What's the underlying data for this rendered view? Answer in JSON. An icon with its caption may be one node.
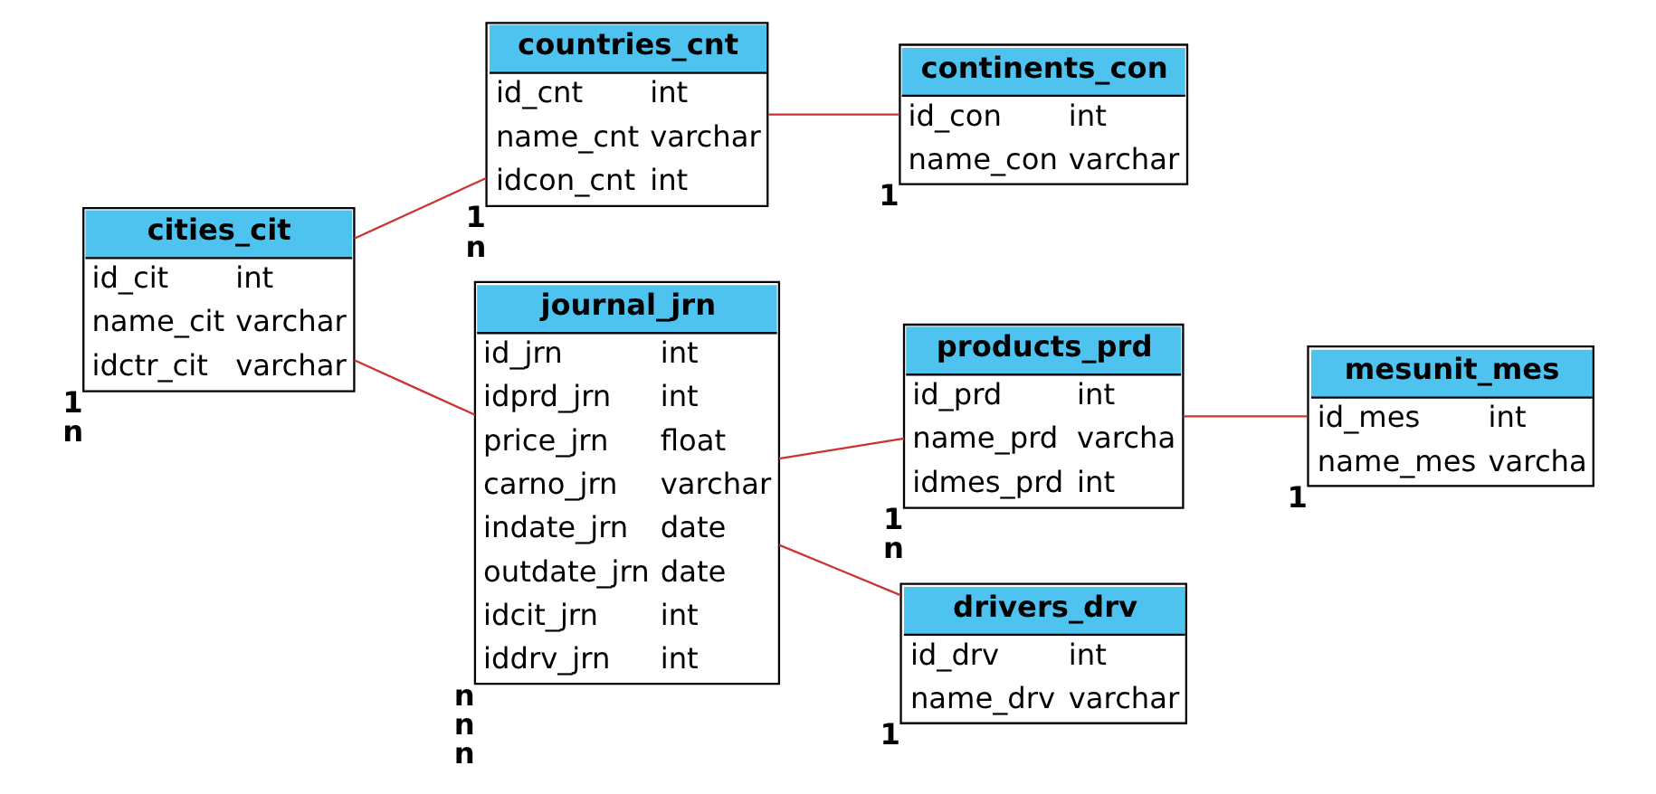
{
  "diagram": {
    "nodes": [
      {
        "text": [
          "cities_cit",
          "id_cit",
          "int",
          "name_cit",
          "varchar",
          "idctr_cit",
          "varchar"
        ],
        "beside": [
          "1",
          "n"
        ]
      },
      {
        "text": [
          "countries_cnt",
          "id_cnt",
          "int",
          "name_cnt",
          "varchar",
          "idcon_cnt",
          "int"
        ],
        "beside": [
          "1",
          "n"
        ]
      },
      {
        "text": [
          "continents_con",
          "id_con",
          "int",
          "name_con",
          "varchar"
        ],
        "beside": [
          "1"
        ]
      },
      {
        "text": [
          "journal_jrn",
          "id_jrn",
          "int",
          "idprd_jrn",
          "int",
          "price_jrn",
          "float",
          "carno_jrn",
          "varchar",
          "indate_jrn",
          "date",
          "outdate_jrn",
          "date",
          "idcit_jrn",
          "int",
          "iddrv_jrn",
          "int"
        ],
        "beside": [
          "n",
          "n",
          "n"
        ]
      },
      {
        "text": [
          "products_prd",
          "id_prd",
          "int",
          "name_prd",
          "varcha",
          "idmes_prd",
          "int"
        ],
        "beside": [
          "1",
          "n"
        ]
      },
      {
        "text": [
          "mesunit_mes",
          "id_mes",
          "int",
          "name_mes",
          "varcha"
        ],
        "beside": [
          "1"
        ]
      },
      {
        "text": [
          "drivers_drv",
          "id_drv",
          "int",
          "name_drv",
          "varchar"
        ],
        "beside": [
          "1"
        ]
      }
    ],
    "edges": [
      {
        "from": 0,
        "to": 3,
        "arrow": "none"
      },
      {
        "from": 0,
        "to": 1,
        "arrow": "none"
      },
      {
        "from": 1,
        "to": 2,
        "arrow": "none"
      },
      {
        "from": 3,
        "to": 4,
        "arrow": "none"
      },
      {
        "from": 4,
        "to": 5,
        "arrow": "none"
      },
      {
        "from": 3,
        "to": 6,
        "arrow": "none"
      }
    ]
  }
}
